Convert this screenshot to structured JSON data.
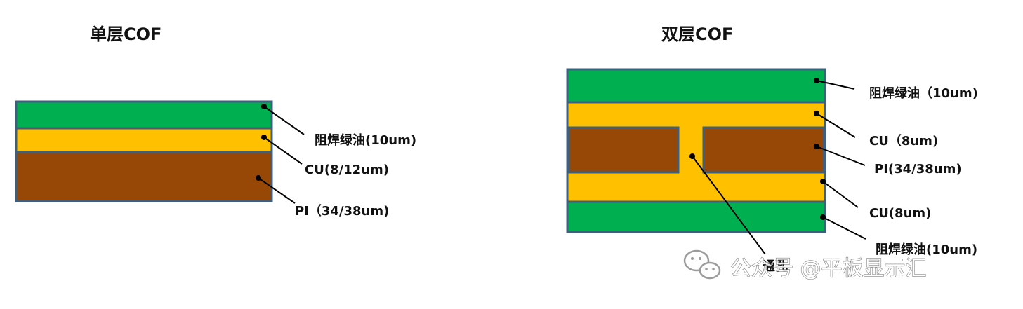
{
  "colors": {
    "solder_mask": "#00b050",
    "copper": "#ffc000",
    "polyimide": "#974706",
    "outline": "#3f5f7f",
    "leader": "#000000"
  },
  "single": {
    "title": "单层COF",
    "labels": {
      "solder_mask": "阻焊绿油(10um)",
      "cu": "CU(8/12um)",
      "pi": "PI（34/38um)"
    }
  },
  "double": {
    "title": "双层COF",
    "labels": {
      "solder_mask_top": "阻焊绿油（10um)",
      "cu_top": "CU（8um)",
      "pi": "PI(34/38um)",
      "cu_bottom": "CU(8um)",
      "solder_mask_bottom": "阻焊绿油(10um)",
      "via": "通孔"
    }
  },
  "watermark": {
    "icon": "wechat-icon",
    "text": "公众号 @平板显示汇"
  }
}
